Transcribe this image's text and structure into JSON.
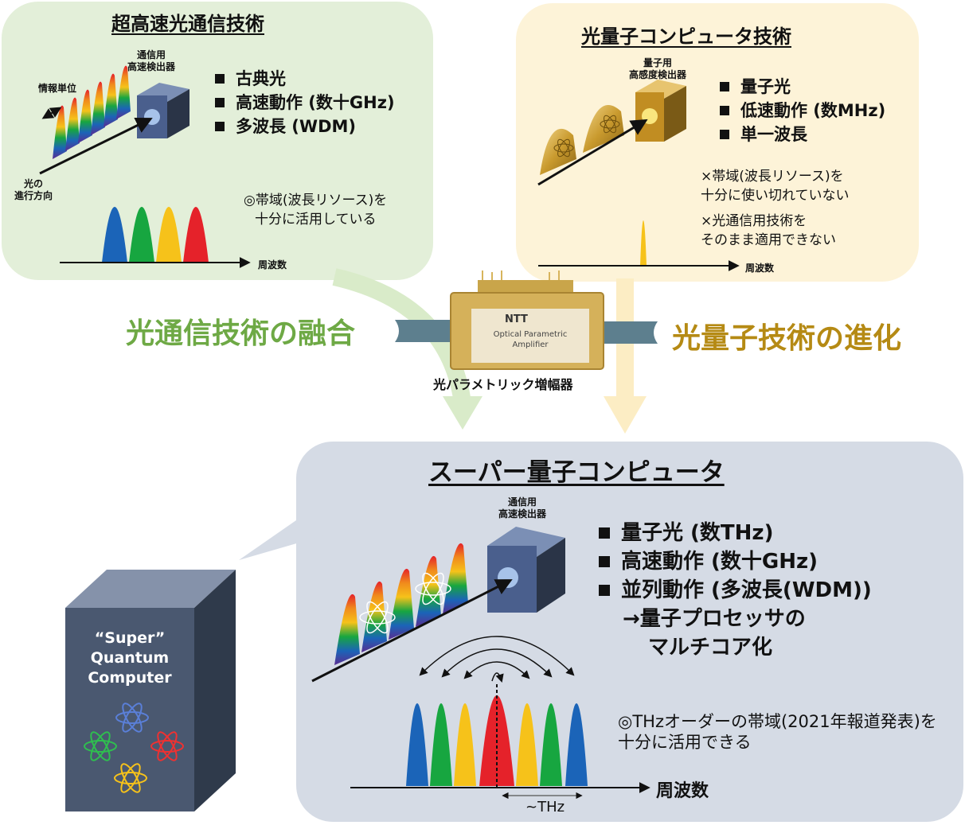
{
  "colors": {
    "green_panel": "#e3efd9",
    "yellow_panel": "#fdf3d8",
    "blue_panel": "#d5dbe5",
    "green_text": "#6ea945",
    "gold_text": "#b58a14",
    "peak_blue": "#1b64b8",
    "peak_green": "#17a640",
    "peak_yellow": "#f6c21a",
    "peak_red": "#e5222a"
  },
  "left_panel": {
    "title": "超高速光通信技術",
    "detector_line1": "通信用",
    "detector_line2": "高速検出器",
    "info_unit": "情報単位",
    "direction_line1": "光の",
    "direction_line2": "進行方向",
    "bullets": [
      "古典光",
      "高速動作 (数十GHz)",
      "多波長 (WDM)"
    ],
    "note_line1": "◎帯域(波長リソース)を",
    "note_line2": "十分に活用している",
    "axis_label": "周波数"
  },
  "right_panel": {
    "title": "光量子コンピュータ技術",
    "detector_line1": "量子用",
    "detector_line2": "高感度検出器",
    "bullets": [
      "量子光",
      "低速動作 (数MHz)",
      "単一波長"
    ],
    "note1_line1": "×帯域(波長リソース)を",
    "note1_line2": "十分に使い切れていない",
    "note2_line1": "×光通信用技術を",
    "note2_line2": "そのまま適用できない",
    "axis_label": "周波数"
  },
  "middle": {
    "left_label": "光通信技術の融合",
    "right_label": "光量子技術の進化",
    "device_logo": "NTT",
    "device_line1": "Optical Parametric",
    "device_line2": "Amplifier",
    "device_caption": "光パラメトリック増幅器"
  },
  "bottom_panel": {
    "title": "スーパー量子コンピュータ",
    "detector_line1": "通信用",
    "detector_line2": "高速検出器",
    "bullets": [
      "量子光 (数THz)",
      "高速動作 (数十GHz)",
      "並列動作 (多波長(WDM))"
    ],
    "sub_line1": "→量子プロセッサの",
    "sub_line2": "マルチコア化",
    "note_line1": "◎THzオーダーの帯域(2021年報道発表)を",
    "note_line2": "十分に活用できる",
    "axis_label": "周波数",
    "spacing_label": "~THz"
  },
  "computer": {
    "line1": "“Super”",
    "line2": "Quantum",
    "line3": "Computer"
  }
}
